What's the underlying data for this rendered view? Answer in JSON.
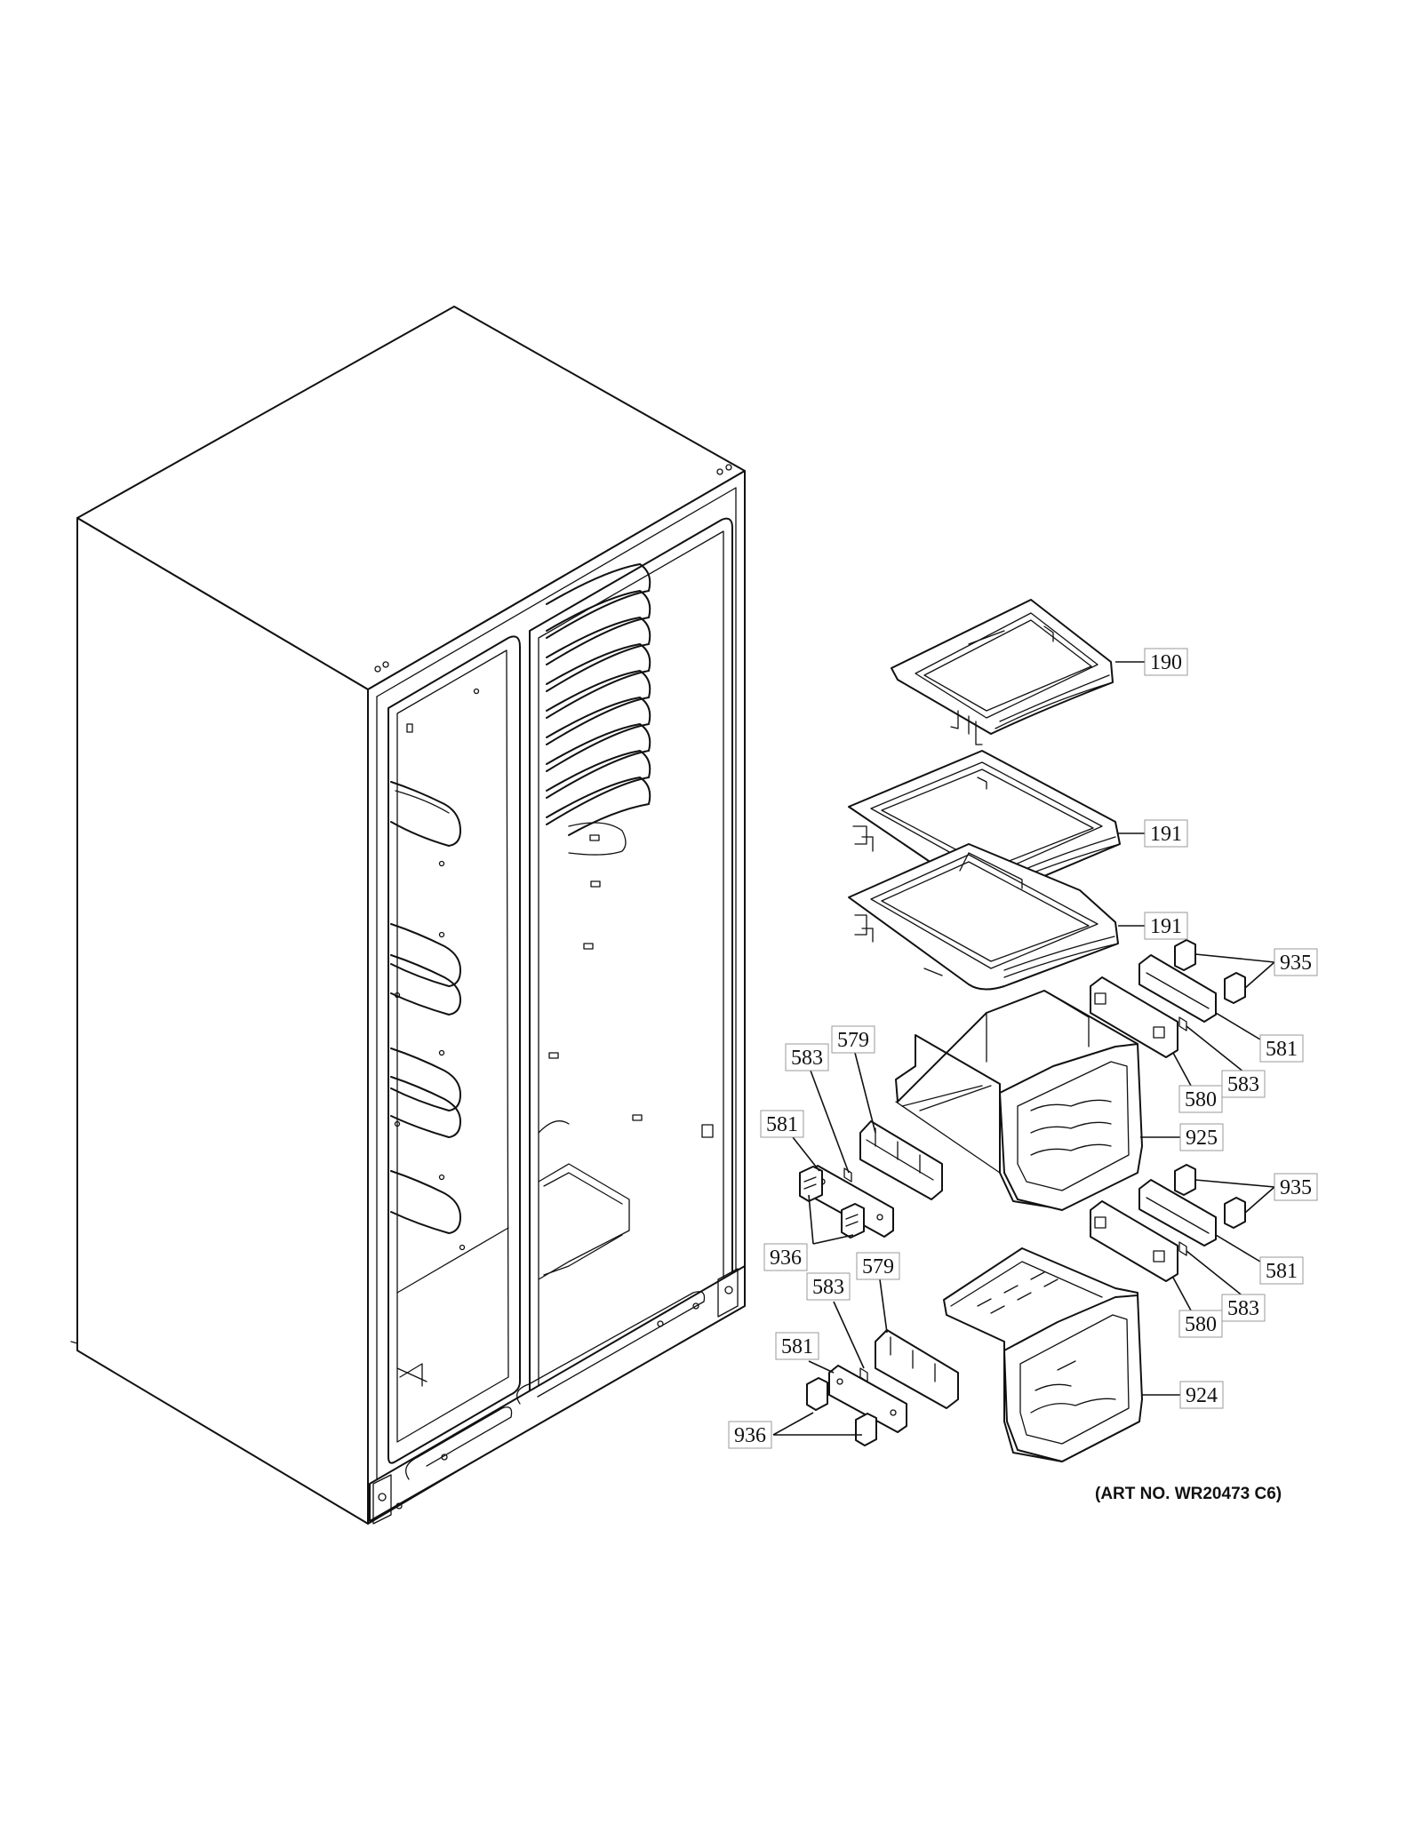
{
  "art_number": "(ART NO. WR20473 C6)",
  "callouts": {
    "shelf_top": "190",
    "shelf_mid": "191",
    "shelf_low": "191",
    "clip_upper_right": "935",
    "rail_upper_right": "581",
    "screw_upper_right": "583",
    "slide_upper_right": "580",
    "drawer_upper": "925",
    "slide_upper_left": "579",
    "screw_upper_left": "583",
    "rail_upper_left": "581",
    "clip_upper_left": "936",
    "clip_lower_right": "935",
    "rail_lower_right": "581",
    "screw_lower_right": "583",
    "slide_lower_right": "580",
    "drawer_lower": "924",
    "slide_lower_left": "579",
    "screw_lower_left": "583",
    "rail_lower_left": "581",
    "clip_lower_left": "936"
  }
}
